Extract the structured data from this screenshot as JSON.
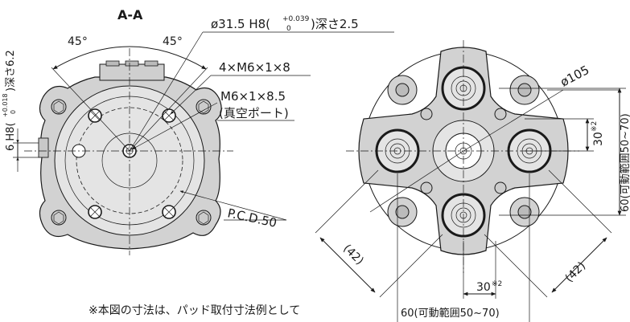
{
  "left_view": {
    "section_label": "A-A",
    "angle_left": "45°",
    "angle_right": "45°",
    "hole_diameter_label": "ø31.5 H8(",
    "hole_tol_upper": "+0.039",
    "hole_tol_lower": "0",
    "hole_depth_label": ")深さ2.5",
    "tap_holes_label": "4×M6×1×8",
    "vacuum_port_label": "M6×1×8.5",
    "vacuum_port_note": "(真空ポート)",
    "pcd_label": "P.C.D.50",
    "side_fit_label": "6 H8(",
    "side_fit_tol_upper": "+0.018",
    "side_fit_tol_lower": "0",
    "side_fit_depth_label": ")深さ6.2"
  },
  "right_view": {
    "diameter_label": "ø105",
    "dim_30_vertical": "30",
    "dim_30_vertical_note": "※2",
    "dim_60_vertical": "60(可動範囲50~70)",
    "dim_42_left": "(42)",
    "dim_42_right": "(42)",
    "dim_30_horizontal": "30",
    "dim_30_horizontal_note": "※2",
    "dim_60_horizontal": "60(可動範囲50~70)"
  },
  "footnote": "※本図の寸法は、パッド取付寸法例として"
}
